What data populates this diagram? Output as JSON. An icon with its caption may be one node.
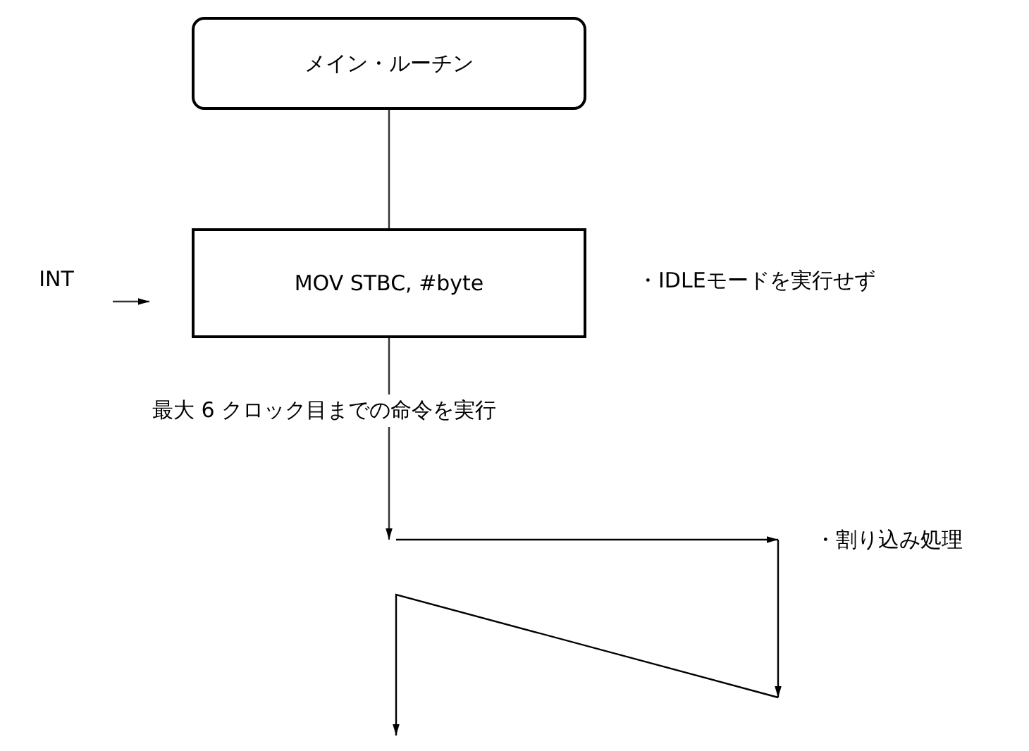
{
  "diagram": {
    "nodes": [
      {
        "text": [
          "メイン・ルーチン"
        ]
      },
      {
        "text": [
          "MOV STBC, #byte"
        ],
        "beside": [
          "・IDLEモードを実行せず"
        ]
      },
      {
        "text": [
          "INT"
        ]
      }
    ],
    "edges": [
      {
        "from": 0,
        "to": 1,
        "arrow": "none"
      },
      {
        "from": 2,
        "to": 1,
        "arrow": "to"
      },
      {
        "from": 1,
        "to": null,
        "arrow": "to",
        "label": "最大 6 クロック目までの命令を実行"
      }
    ],
    "labels": [
      "・割り込み処理"
    ]
  }
}
